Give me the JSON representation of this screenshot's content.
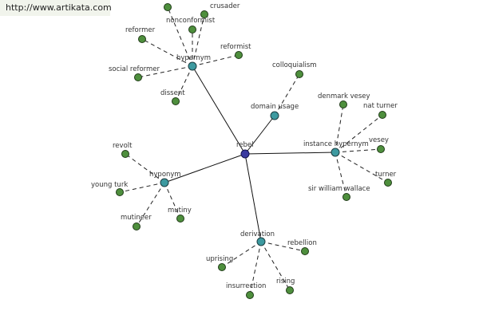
{
  "watermark": "http://www.artikata.com",
  "center": {
    "label": "rebel"
  },
  "hubs": [
    {
      "id": "hypernym",
      "label": "hypernym"
    },
    {
      "id": "domain",
      "label": "domain usage"
    },
    {
      "id": "instance",
      "label": "instance hypernym"
    },
    {
      "id": "hyponym",
      "label": "hyponym"
    },
    {
      "id": "derivation",
      "label": "derivation"
    }
  ],
  "leaves": [
    {
      "hub": "hypernym",
      "label": "nonconformist"
    },
    {
      "hub": "hypernym",
      "label": "crusader"
    },
    {
      "hub": "hypernym",
      "label": "reformer"
    },
    {
      "hub": "hypernym",
      "label": "reformist"
    },
    {
      "hub": "hypernym",
      "label": "social reformer"
    },
    {
      "hub": "hypernym",
      "label": "dissent"
    },
    {
      "hub": "hypernym",
      "label": ""
    },
    {
      "hub": "domain",
      "label": "colloquialism"
    },
    {
      "hub": "instance",
      "label": "denmark vesey"
    },
    {
      "hub": "instance",
      "label": "nat turner"
    },
    {
      "hub": "instance",
      "label": "vesey"
    },
    {
      "hub": "instance",
      "label": "turner"
    },
    {
      "hub": "instance",
      "label": "sir william wallace"
    },
    {
      "hub": "hyponym",
      "label": "revolt"
    },
    {
      "hub": "hyponym",
      "label": "young turk"
    },
    {
      "hub": "hyponym",
      "label": "mutineer"
    },
    {
      "hub": "hyponym",
      "label": "mutiny"
    },
    {
      "hub": "derivation",
      "label": "rebellion"
    },
    {
      "hub": "derivation",
      "label": "uprising"
    },
    {
      "hub": "derivation",
      "label": "insurrection"
    },
    {
      "hub": "derivation",
      "label": "rising"
    }
  ],
  "colors": {
    "center": "#3a3aa0",
    "hub": "#3d9aa0",
    "leaf": "#4e8f3d"
  }
}
